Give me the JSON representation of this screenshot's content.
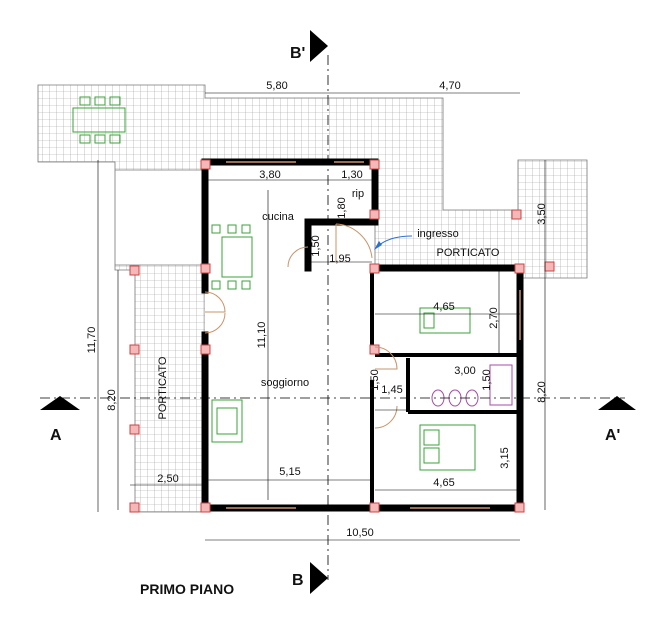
{
  "title": "PRIMO PIANO",
  "sections": {
    "b_prime": "B'",
    "b": "B",
    "a": "A",
    "a_prime": "A'"
  },
  "rooms": {
    "cucina": "cucina",
    "rip": "rip",
    "ingresso": "ingresso",
    "porticato_right": "PORTICATO",
    "soggiorno": "soggiorno",
    "porticato_left": "PORTICATO"
  },
  "dims": {
    "top_left": "5,80",
    "top_right": "4,70",
    "kitchen_width": "3,80",
    "rip_width": "1,30",
    "rip_height": "1,80",
    "door_height": "1,50",
    "entry_width": "1,95",
    "right_porch": "3,50",
    "overall_height": "11,70",
    "porch_height": "8,20",
    "living_height": "11,10",
    "living_width": "5,15",
    "porch_width": "2,50",
    "overall_width": "10,50",
    "room1_width": "4,65",
    "room1_height": "2,70",
    "bath_width": "3,00",
    "bath_height": "1,50",
    "hall_height": "1,50",
    "hall_width": "1,45",
    "right_height": "8,20",
    "room2_height": "3,15",
    "room2_width": "4,65"
  },
  "colors": {
    "furniture": "#3aa33a",
    "bathroom": "#a44ba8",
    "pillar": "#f5b8b8",
    "door": "#c9946a",
    "arrow": "#2a6fd6"
  }
}
